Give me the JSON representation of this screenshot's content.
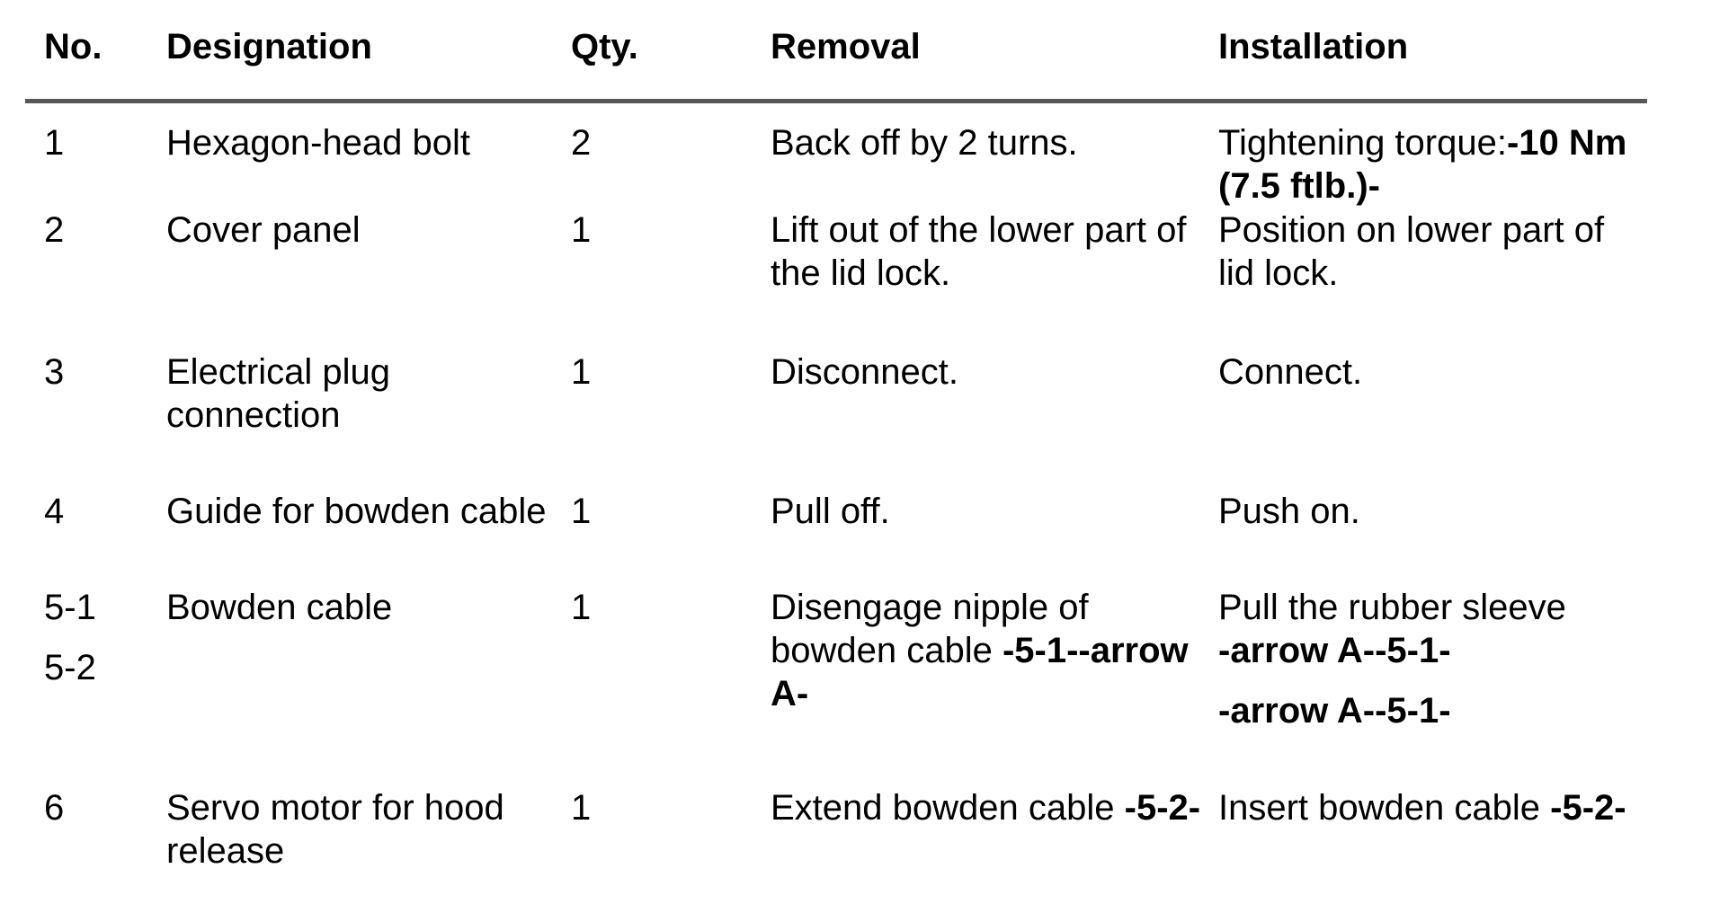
{
  "colors": {
    "text": "#000000",
    "rule": "#58585a",
    "background": "#ffffff"
  },
  "table": {
    "columns": [
      {
        "id": "no",
        "label": "No."
      },
      {
        "id": "designation",
        "label": "Designation"
      },
      {
        "id": "qty",
        "label": "Qty."
      },
      {
        "id": "removal",
        "label": "Removal"
      },
      {
        "id": "installation",
        "label": "Installation"
      }
    ],
    "rows": [
      {
        "no": [
          [
            {
              "t": "1"
            }
          ]
        ],
        "designation": [
          [
            {
              "t": "Hexagon-head bolt"
            }
          ]
        ],
        "qty": [
          [
            {
              "t": "2"
            }
          ]
        ],
        "removal": [
          [
            {
              "t": "Back off by 2 turns."
            }
          ]
        ],
        "installation": [
          [
            {
              "t": "Tightening torque:"
            },
            {
              "t": "-10 Nm\n(7.5 ftlb.)-",
              "b": true
            }
          ]
        ]
      },
      {
        "no": [
          [
            {
              "t": "2"
            }
          ]
        ],
        "designation": [
          [
            {
              "t": "Cover panel"
            }
          ]
        ],
        "qty": [
          [
            {
              "t": "1"
            }
          ]
        ],
        "removal": [
          [
            {
              "t": "Lift out of the lower part of\nthe lid lock."
            }
          ]
        ],
        "installation": [
          [
            {
              "t": "Position on lower part of\nlid lock."
            }
          ]
        ]
      },
      {
        "no": [
          [
            {
              "t": "3"
            }
          ]
        ],
        "designation": [
          [
            {
              "t": "Electrical plug\nconnection"
            }
          ]
        ],
        "qty": [
          [
            {
              "t": "1"
            }
          ]
        ],
        "removal": [
          [
            {
              "t": "Disconnect."
            }
          ]
        ],
        "installation": [
          [
            {
              "t": "Connect."
            }
          ]
        ]
      },
      {
        "no": [
          [
            {
              "t": "4"
            }
          ]
        ],
        "designation": [
          [
            {
              "t": "Guide for bowden cable"
            }
          ]
        ],
        "qty": [
          [
            {
              "t": "1"
            }
          ]
        ],
        "removal": [
          [
            {
              "t": "Pull off."
            }
          ]
        ],
        "installation": [
          [
            {
              "t": "Push on."
            }
          ]
        ]
      },
      {
        "no": [
          [
            {
              "t": "5-1"
            }
          ],
          [
            {
              "t": "5-2"
            }
          ]
        ],
        "designation": [
          [
            {
              "t": "Bowden cable"
            }
          ]
        ],
        "qty": [
          [
            {
              "t": "1"
            }
          ]
        ],
        "removal": [
          [
            {
              "t": "Disengage nipple of\nbowden cable "
            },
            {
              "t": "-5-1--arrow\nA-",
              "b": true
            }
          ]
        ],
        "installation": [
          [
            {
              "t": "Pull the rubber sleeve\n"
            },
            {
              "t": "-arrow A--5-1-",
              "b": true
            }
          ],
          [
            {
              "t": "-arrow A--5-1-",
              "b": true
            }
          ]
        ]
      },
      {
        "no": [
          [
            {
              "t": "6"
            }
          ]
        ],
        "designation": [
          [
            {
              "t": "Servo motor for hood\nrelease"
            }
          ]
        ],
        "qty": [
          [
            {
              "t": "1"
            }
          ]
        ],
        "removal": [
          [
            {
              "t": "Extend bowden cable "
            },
            {
              "t": "-5-2-",
              "b": true
            }
          ]
        ],
        "installation": [
          [
            {
              "t": "Insert bowden cable "
            },
            {
              "t": "-5-2-",
              "b": true
            }
          ]
        ]
      }
    ]
  }
}
